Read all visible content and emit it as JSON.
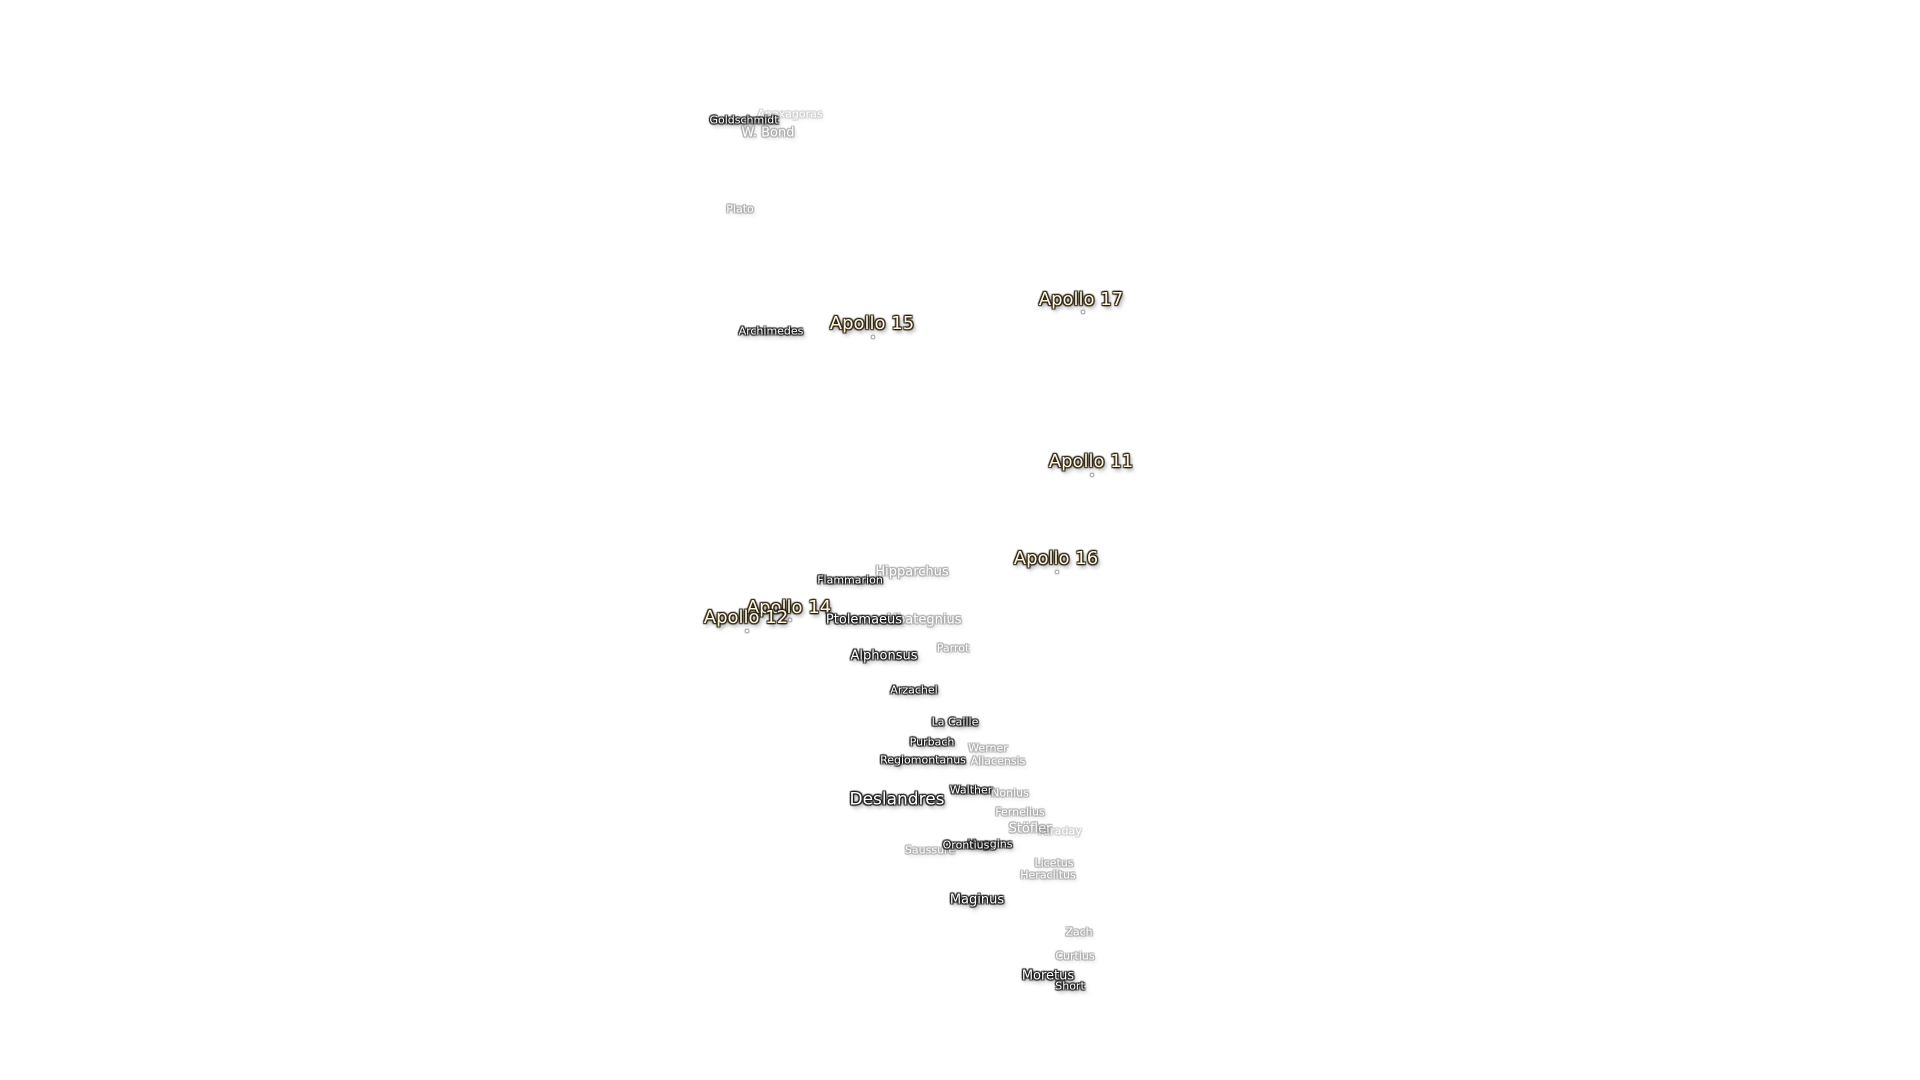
{
  "labels": {
    "goldschmidt": "Goldschmidt",
    "anaxagoras": "Anaxagoras",
    "w_bond": "W. Bond",
    "plato": "Plato",
    "archimedes": "Archimedes",
    "apollo_15": "Apollo 15",
    "apollo_17": "Apollo 17",
    "apollo_11": "Apollo 11",
    "apollo_16": "Apollo 16",
    "apollo_14": "Apollo 14",
    "apollo_12": "Apollo 12",
    "hipparchus": "Hipparchus",
    "flammarion": "Flammarion",
    "ptolemaeus": "Ptolemaeus",
    "albategnius": "Albategnius",
    "alphonsus": "Alphonsus",
    "parrot": "Parrot",
    "arzachel": "Arzachel",
    "la_caille": "La Caille",
    "purbach": "Purbach",
    "werner": "Werner",
    "regiomontanus": "Regiomontanus",
    "aliacensis": "Aliacensis",
    "walther": "Walther",
    "nonius": "Nonius",
    "deslandres": "Deslandres",
    "fernelius": "Fernelius",
    "stofler": "Stöfler",
    "faraday": "Faraday",
    "orontius": "Orontius",
    "saussure": "Saussure",
    "huggins": "Huggins",
    "licetus": "Licetus",
    "heraclitus": "Heraclitus",
    "maginus": "Maginus",
    "zach": "Zach",
    "curtius": "Curtius",
    "moretus": "Moretus",
    "short": "Short"
  },
  "colors": {
    "background": "#ffffff",
    "crater_text": "#ffffff",
    "apollo_text": "#fff6dc",
    "halo": "#222222"
  }
}
